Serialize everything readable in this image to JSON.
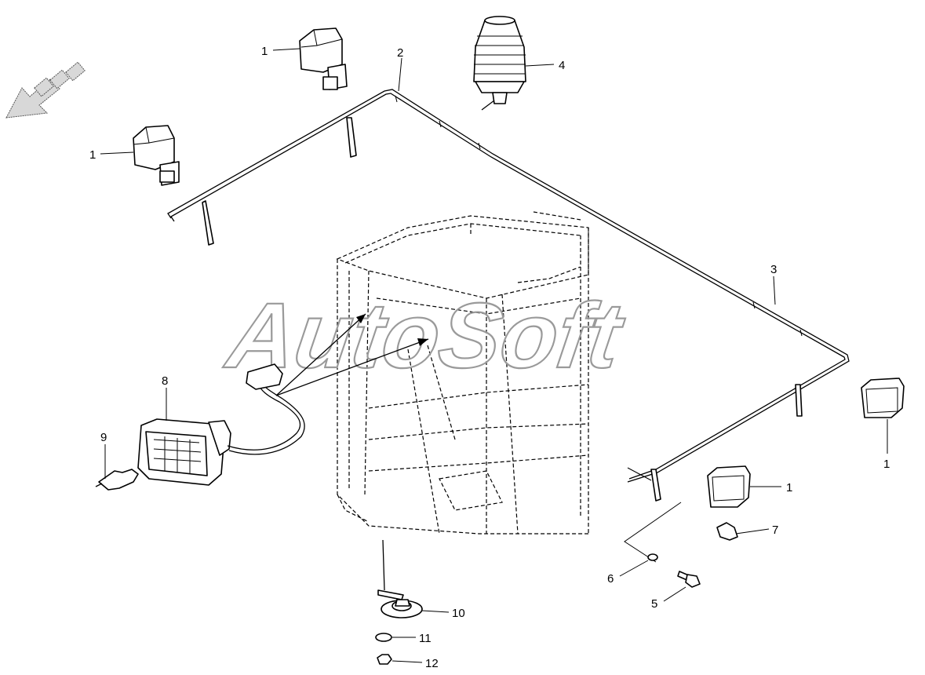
{
  "watermark": "AutoSoft",
  "callouts": {
    "c1a": "1",
    "c1b": "1",
    "c1c": "1",
    "c1d": "1",
    "c2": "2",
    "c3": "3",
    "c4": "4",
    "c5": "5",
    "c6": "6",
    "c7": "7",
    "c8": "8",
    "c9": "9",
    "c10": "10",
    "c11": "11",
    "c12": "12"
  }
}
